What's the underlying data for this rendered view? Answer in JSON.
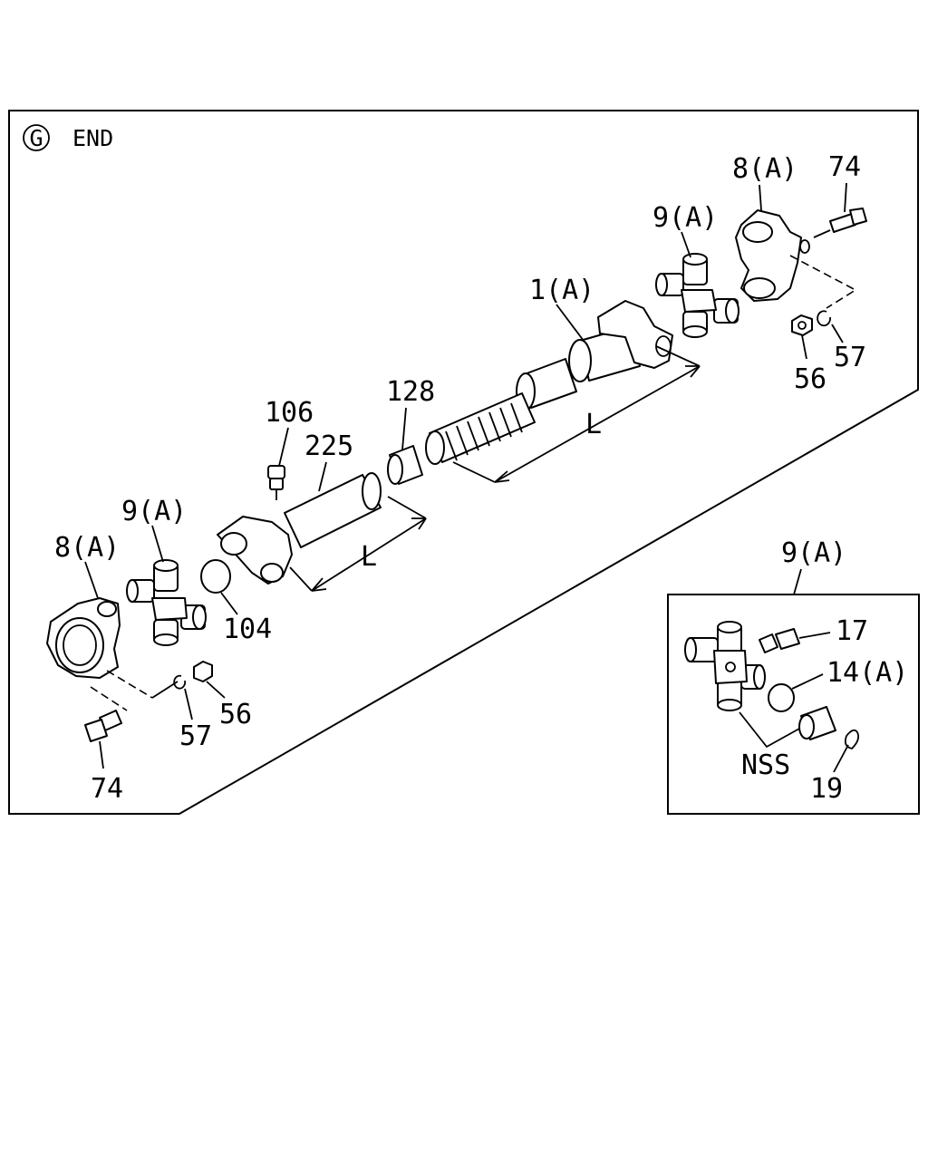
{
  "header": {
    "section_letter": "G",
    "section_title": "END"
  },
  "callouts": {
    "c_8A_right": "8(A)",
    "c_74_right": "74",
    "c_9A_right": "9(A)",
    "c_1A": "1(A)",
    "c_57_right": "57",
    "c_56_right": "56",
    "c_128": "128",
    "c_L_upper": "L",
    "c_106": "106",
    "c_225": "225",
    "c_9A_left": "9(A)",
    "c_8A_left": "8(A)",
    "c_L_lower": "L",
    "c_104": "104",
    "c_57_left": "57",
    "c_56_left": "56",
    "c_74_left": "74"
  },
  "inset": {
    "title": "9(A)",
    "c_17": "17",
    "c_14A": "14(A)",
    "c_NSS": "NSS",
    "c_19": "19"
  }
}
